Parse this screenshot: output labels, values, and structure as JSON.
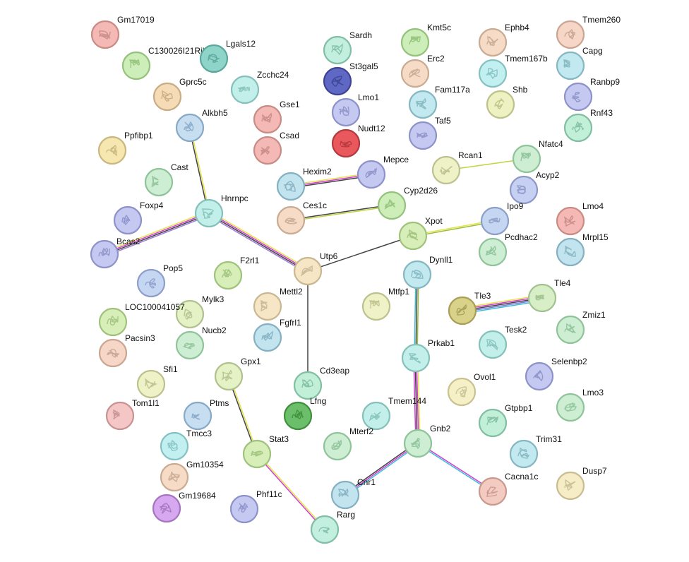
{
  "nodes": [
    {
      "id": "Gm17019",
      "label": "Gm17019",
      "color": "#f4b9b4",
      "stroke": "#c98b86"
    },
    {
      "id": "C130026I21Rik",
      "label": "C130026I21Rik",
      "color": "#cdeeb8",
      "stroke": "#94c27c"
    },
    {
      "id": "Lgals12",
      "label": "Lgals12",
      "color": "#8fd4c8",
      "stroke": "#5aa79b"
    },
    {
      "id": "Gprc5c",
      "label": "Gprc5c",
      "color": "#f6dcb6",
      "stroke": "#c9ab84"
    },
    {
      "id": "Zcchc24",
      "label": "Zcchc24",
      "color": "#c2efe9",
      "stroke": "#85c1ba"
    },
    {
      "id": "Alkbh5",
      "label": "Alkbh5",
      "color": "#c6def0",
      "stroke": "#86a9c8"
    },
    {
      "id": "Ppfibp1",
      "label": "Ppfibp1",
      "color": "#f6e6b0",
      "stroke": "#c9b77d"
    },
    {
      "id": "Cast",
      "label": "Cast",
      "color": "#cdeed3",
      "stroke": "#8fc39a"
    },
    {
      "id": "Foxp4",
      "label": "Foxp4",
      "color": "#c5c9f2",
      "stroke": "#8d92c8"
    },
    {
      "id": "Bcas2",
      "label": "Bcas2",
      "color": "#c5c9f2",
      "stroke": "#8d92c8"
    },
    {
      "id": "Hnrnpc",
      "label": "Hnrnpc",
      "color": "#c2efe9",
      "stroke": "#85c1ba"
    },
    {
      "id": "Sardh",
      "label": "Sardh",
      "color": "#c2efe0",
      "stroke": "#82bea5"
    },
    {
      "id": "St3gal5",
      "label": "St3gal5",
      "color": "#5f68c4",
      "stroke": "#3d4593"
    },
    {
      "id": "Lmo1",
      "label": "Lmo1",
      "color": "#c5c9f2",
      "stroke": "#8d92c8"
    },
    {
      "id": "Nudt12",
      "label": "Nudt12",
      "color": "#e9585c",
      "stroke": "#b33a3e"
    },
    {
      "id": "Gse1",
      "label": "Gse1",
      "color": "#f4b9b4",
      "stroke": "#c98b86"
    },
    {
      "id": "Csad",
      "label": "Csad",
      "color": "#f4b9b4",
      "stroke": "#c98b86"
    },
    {
      "id": "Kmt5c",
      "label": "Kmt5c",
      "color": "#cdeeb8",
      "stroke": "#94c27c"
    },
    {
      "id": "Erc2",
      "label": "Erc2",
      "color": "#f6dcc6",
      "stroke": "#c9aa92"
    },
    {
      "id": "Fam117a",
      "label": "Fam117a",
      "color": "#c2e9ef",
      "stroke": "#85b7c1"
    },
    {
      "id": "Taf5",
      "label": "Taf5",
      "color": "#c5c9f2",
      "stroke": "#8d92c8"
    },
    {
      "id": "Ephb4",
      "label": "Ephb4",
      "color": "#f6dcc6",
      "stroke": "#c9aa92"
    },
    {
      "id": "Tmem167b",
      "label": "Tmem167b",
      "color": "#c2efef",
      "stroke": "#85c1c1"
    },
    {
      "id": "Shb",
      "label": "Shb",
      "color": "#eef2c2",
      "stroke": "#bcc18a"
    },
    {
      "id": "Tmem260",
      "label": "Tmem260",
      "color": "#f6d6c6",
      "stroke": "#c9a592"
    },
    {
      "id": "Capg",
      "label": "Capg",
      "color": "#c2e9ef",
      "stroke": "#85b7c1"
    },
    {
      "id": "Ranbp9",
      "label": "Ranbp9",
      "color": "#c5c9f2",
      "stroke": "#8d92c8"
    },
    {
      "id": "Rnf43",
      "label": "Rnf43",
      "color": "#c2efd8",
      "stroke": "#82bea2"
    },
    {
      "id": "Hexim2",
      "label": "Hexim2",
      "color": "#c2e4ef",
      "stroke": "#85b0c1"
    },
    {
      "id": "Mepce",
      "label": "Mepce",
      "color": "#c5c9f2",
      "stroke": "#8d92c8"
    },
    {
      "id": "Ces1c",
      "label": "Ces1c",
      "color": "#f6dcc6",
      "stroke": "#c9aa92"
    },
    {
      "id": "Cyp2d26",
      "label": "Cyp2d26",
      "color": "#cdeeb8",
      "stroke": "#94c27c"
    },
    {
      "id": "Rcan1",
      "label": "Rcan1",
      "color": "#eef2c6",
      "stroke": "#bcc18e"
    },
    {
      "id": "Nfatc4",
      "label": "Nfatc4",
      "color": "#cdeed3",
      "stroke": "#8fc39a"
    },
    {
      "id": "Acyp2",
      "label": "Acyp2",
      "color": "#c5d0f2",
      "stroke": "#8d98c8"
    },
    {
      "id": "Xpot",
      "label": "Xpot",
      "color": "#d8eeb8",
      "stroke": "#9fc27c"
    },
    {
      "id": "Ipo9",
      "label": "Ipo9",
      "color": "#c5d6f2",
      "stroke": "#8d9fc8"
    },
    {
      "id": "Pcdhac2",
      "label": "Pcdhac2",
      "color": "#cdeed3",
      "stroke": "#8fc39a"
    },
    {
      "id": "Lmo4",
      "label": "Lmo4",
      "color": "#f4b9b4",
      "stroke": "#c98b86"
    },
    {
      "id": "Mrpl15",
      "label": "Mrpl15",
      "color": "#c2e4ef",
      "stroke": "#85b0c1"
    },
    {
      "id": "Utp6",
      "label": "Utp6",
      "color": "#f6e6c6",
      "stroke": "#c9b792"
    },
    {
      "id": "F2rl1",
      "label": "F2rl1",
      "color": "#d8eeb8",
      "stroke": "#9fc27c"
    },
    {
      "id": "Pop5",
      "label": "Pop5",
      "color": "#c5d6f2",
      "stroke": "#8d9fc8"
    },
    {
      "id": "Mettl2",
      "label": "Mettl2",
      "color": "#f6e6c6",
      "stroke": "#c9b792"
    },
    {
      "id": "Mylk3",
      "label": "Mylk3",
      "color": "#e4f2c6",
      "stroke": "#b1c18e"
    },
    {
      "id": "LOC100041057",
      "label": "LOC100041057",
      "color": "#d8eeb8",
      "stroke": "#9fc27c"
    },
    {
      "id": "Nucb2",
      "label": "Nucb2",
      "color": "#cdeed3",
      "stroke": "#8fc39a"
    },
    {
      "id": "Fgfrl1",
      "label": "Fgfrl1",
      "color": "#c2e4ef",
      "stroke": "#85b0c1"
    },
    {
      "id": "Pacsin3",
      "label": "Pacsin3",
      "color": "#f6d6c6",
      "stroke": "#c9a592"
    },
    {
      "id": "Mtfp1",
      "label": "Mtfp1",
      "color": "#eef2c6",
      "stroke": "#bcc18e"
    },
    {
      "id": "Dynll1",
      "label": "Dynll1",
      "color": "#c2e9ef",
      "stroke": "#85b7c1"
    },
    {
      "id": "Tle3",
      "label": "Tle3",
      "color": "#d8d28a",
      "stroke": "#a89f54"
    },
    {
      "id": "Tle4",
      "label": "Tle4",
      "color": "#d8eec6",
      "stroke": "#9fc28e"
    },
    {
      "id": "Zmiz1",
      "label": "Zmiz1",
      "color": "#cdeed3",
      "stroke": "#8fc39a"
    },
    {
      "id": "Tesk2",
      "label": "Tesk2",
      "color": "#c2efe9",
      "stroke": "#85c1ba"
    },
    {
      "id": "Gpx1",
      "label": "Gpx1",
      "color": "#e4f2c6",
      "stroke": "#b1c18e"
    },
    {
      "id": "Sfi1",
      "label": "Sfi1",
      "color": "#eef2c6",
      "stroke": "#bcc18e"
    },
    {
      "id": "Cd3eap",
      "label": "Cd3eap",
      "color": "#c2efd8",
      "stroke": "#82bea2"
    },
    {
      "id": "Prkab1",
      "label": "Prkab1",
      "color": "#c2efe9",
      "stroke": "#85c1ba"
    },
    {
      "id": "Selenbp2",
      "label": "Selenbp2",
      "color": "#c5c9f2",
      "stroke": "#8d92c8"
    },
    {
      "id": "Ovol1",
      "label": "Ovol1",
      "color": "#f6f0c6",
      "stroke": "#c9c192"
    },
    {
      "id": "Tom1l1",
      "label": "Tom1l1",
      "color": "#f4c6c6",
      "stroke": "#c99292"
    },
    {
      "id": "Ptms",
      "label": "Ptms",
      "color": "#c6def0",
      "stroke": "#86a9c8"
    },
    {
      "id": "Lfng",
      "label": "Lfng",
      "color": "#6cbf6a",
      "stroke": "#3f8f3d"
    },
    {
      "id": "Tmem144",
      "label": "Tmem144",
      "color": "#c2efe9",
      "stroke": "#85c1ba"
    },
    {
      "id": "Gtpbp1",
      "label": "Gtpbp1",
      "color": "#c2efd8",
      "stroke": "#82bea2"
    },
    {
      "id": "Lmo3",
      "label": "Lmo3",
      "color": "#cdeed3",
      "stroke": "#8fc39a"
    },
    {
      "id": "Tmcc3",
      "label": "Tmcc3",
      "color": "#c2efef",
      "stroke": "#85c1c1"
    },
    {
      "id": "Stat3",
      "label": "Stat3",
      "color": "#d8eeb8",
      "stroke": "#9fc27c"
    },
    {
      "id": "Mterf2",
      "label": "Mterf2",
      "color": "#cdeed3",
      "stroke": "#8fc39a"
    },
    {
      "id": "Gnb2",
      "label": "Gnb2",
      "color": "#cdeed3",
      "stroke": "#8fc39a"
    },
    {
      "id": "Trim31",
      "label": "Trim31",
      "color": "#c2e9ef",
      "stroke": "#85b7c1"
    },
    {
      "id": "Gm10354",
      "label": "Gm10354",
      "color": "#f6dcc6",
      "stroke": "#c9aa92"
    },
    {
      "id": "Cnr1",
      "label": "Cnr1",
      "color": "#c2e4ef",
      "stroke": "#85b0c1"
    },
    {
      "id": "Cacna1c",
      "label": "Cacna1c",
      "color": "#f4cbc0",
      "stroke": "#c9988e"
    },
    {
      "id": "Dusp7",
      "label": "Dusp7",
      "color": "#f6ecc6",
      "stroke": "#c9bc92"
    },
    {
      "id": "Gm19684",
      "label": "Gm19684",
      "color": "#d6a8ef",
      "stroke": "#a673c1"
    },
    {
      "id": "Phf11c",
      "label": "Phf11c",
      "color": "#c5c9f2",
      "stroke": "#8d92c8"
    },
    {
      "id": "Rarg",
      "label": "Rarg",
      "color": "#c2efe0",
      "stroke": "#82bea5"
    }
  ],
  "edges": [
    {
      "source": "Alkbh5",
      "target": "Hnrnpc",
      "colors": [
        "#e4e44a",
        "#444444"
      ]
    },
    {
      "source": "Bcas2",
      "target": "Hnrnpc",
      "colors": [
        "#e4e44a",
        "#d23cd2",
        "#444444",
        "#9c7cd6"
      ]
    },
    {
      "source": "Hnrnpc",
      "target": "Utp6",
      "colors": [
        "#e4e44a",
        "#d23cd2",
        "#444444",
        "#9c7cd6"
      ]
    },
    {
      "source": "Hexim2",
      "target": "Mepce",
      "colors": [
        "#e4e44a",
        "#d23cd2",
        "#444444"
      ]
    },
    {
      "source": "Ces1c",
      "target": "Cyp2d26",
      "colors": [
        "#444444",
        "#c2d43c"
      ]
    },
    {
      "source": "Rcan1",
      "target": "Nfatc4",
      "colors": [
        "#c2d43c"
      ]
    },
    {
      "source": "Xpot",
      "target": "Ipo9",
      "colors": [
        "#e4e44a",
        "#9cbc3c"
      ]
    },
    {
      "source": "Utp6",
      "target": "Xpot",
      "colors": [
        "#444444"
      ]
    },
    {
      "source": "Utp6",
      "target": "Cd3eap",
      "colors": [
        "#444444"
      ]
    },
    {
      "source": "Tle3",
      "target": "Tle4",
      "colors": [
        "#e4e44a",
        "#d23cd2",
        "#444444",
        "#7c7cd6",
        "#3cbcd6"
      ]
    },
    {
      "source": "Dynll1",
      "target": "Prkab1",
      "colors": [
        "#9cbc3c",
        "#444444",
        "#3cbcd6"
      ]
    },
    {
      "source": "Prkab1",
      "target": "Gnb2",
      "colors": [
        "#e4e44a",
        "#d23cd2",
        "#444444",
        "#d23cd2"
      ]
    },
    {
      "source": "Gpx1",
      "target": "Stat3",
      "colors": [
        "#e4e44a",
        "#444444"
      ]
    },
    {
      "source": "Stat3",
      "target": "Rarg",
      "colors": [
        "#e4e44a",
        "#d23cd2"
      ]
    },
    {
      "source": "Gnb2",
      "target": "Cnr1",
      "colors": [
        "#3cbcd6",
        "#d23cd2",
        "#444444"
      ]
    },
    {
      "source": "Gnb2",
      "target": "Cacna1c",
      "colors": [
        "#d23cd2",
        "#3cbcd6"
      ]
    }
  ]
}
